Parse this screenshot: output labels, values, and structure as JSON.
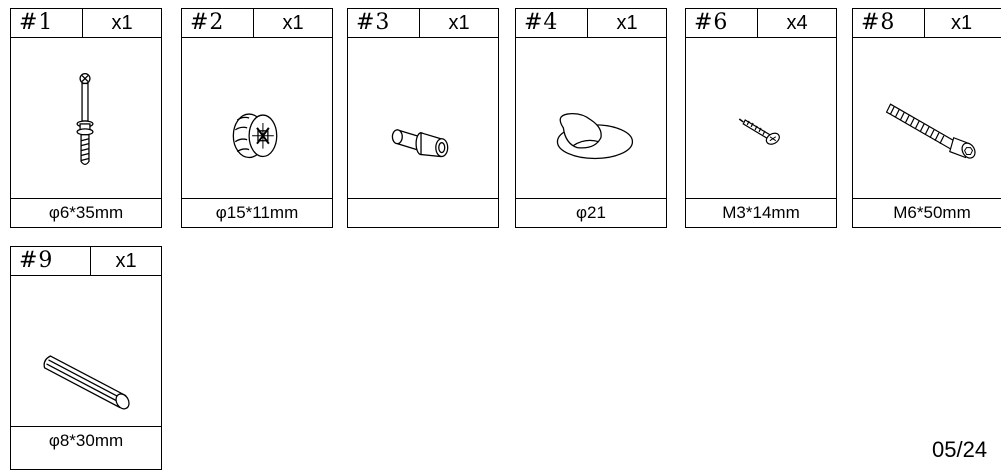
{
  "parts": [
    {
      "id": "#1",
      "qty": "x1",
      "size": "φ6*35mm",
      "icon": "cam-bolt-icon"
    },
    {
      "id": "#2",
      "qty": "x1",
      "size": "φ15*11mm",
      "icon": "cam-lock-icon"
    },
    {
      "id": "#3",
      "qty": "x1",
      "size": "",
      "icon": "shelf-pin-icon"
    },
    {
      "id": "#4",
      "qty": "x1",
      "size": "φ21",
      "icon": "cap-cover-icon"
    },
    {
      "id": "#6",
      "qty": "x4",
      "size": "M3*14mm",
      "icon": "small-screw-icon"
    },
    {
      "id": "#8",
      "qty": "x1",
      "size": "M6*50mm",
      "icon": "hex-bolt-icon"
    },
    {
      "id": "#9",
      "qty": "x1",
      "size": "φ8*30mm",
      "icon": "wood-dowel-icon"
    }
  ],
  "page_number": "05/24"
}
